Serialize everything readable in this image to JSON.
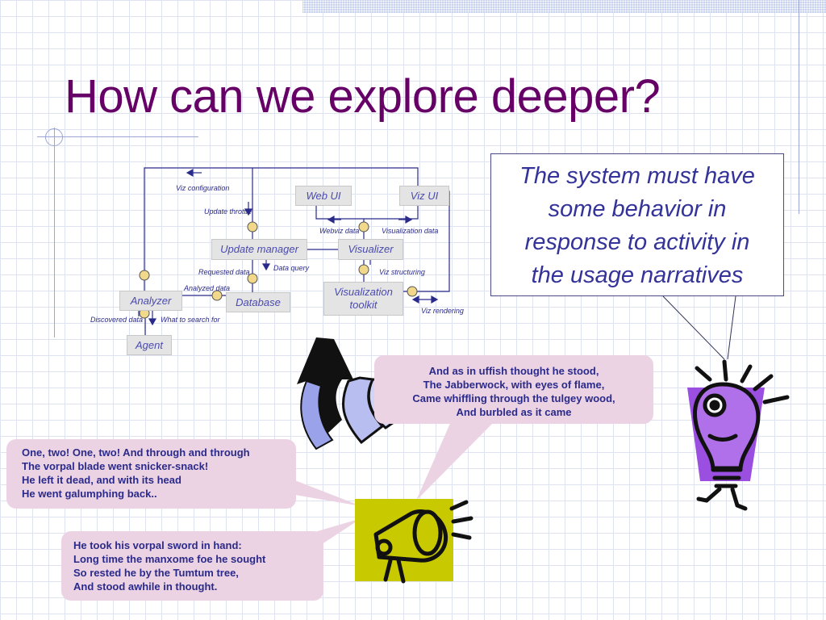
{
  "slide": {
    "title": "How can we explore deeper?"
  },
  "diagram": {
    "nodes": {
      "web_ui": "Web UI",
      "viz_ui": "Viz UI",
      "update_manager": "Update manager",
      "visualizer": "Visualizer",
      "visualization_toolkit_line1": "Visualization",
      "visualization_toolkit_line2": "toolkit",
      "analyzer": "Analyzer",
      "database": "Database",
      "agent": "Agent"
    },
    "flows": {
      "viz_configuration": "Viz configuration",
      "update_throttle": "Update throttle",
      "webviz_data": "Webviz data",
      "visualization_data": "Visualization data",
      "requested_data": "Requested data",
      "data_query": "Data query",
      "viz_structuring": "Viz structuring",
      "analyzed_data": "Analyzed data",
      "viz_rendering": "Viz rendering",
      "discovered_data": "Discovered data",
      "what_to_search_for": "What to search for"
    }
  },
  "callout": {
    "lines": [
      "The system must have",
      "some behavior in",
      "response to activity in",
      "the usage narratives"
    ]
  },
  "bubbles": {
    "top": [
      "And as in uffish thought he stood,",
      "The Jabberwock, with eyes of flame,",
      "Came whiffling through the tulgey wood,",
      "And burbled as it came"
    ],
    "left": [
      "One, two! One, two! And through and through",
      "The vorpal blade went snicker-snack!",
      "He left it dead, and with its head",
      "He went galumphing back.."
    ],
    "bottom": [
      "He took his vorpal sword in hand:",
      "Long time the manxome foe he sought",
      "So rested he by the Tumtum tree,",
      "And stood awhile in thought."
    ]
  },
  "icons": {
    "arrow": "swoosh-arrow-icon",
    "megaphone": "megaphone-icon",
    "lightbulb": "lightbulb-character-icon"
  },
  "colors": {
    "title": "#660066",
    "callout_text": "#333399",
    "bubble_fill": "#ecd3e4",
    "megaphone_box": "#c9c900",
    "bulb_body": "#a660e0",
    "bulb_bg": "#9a4fe0"
  }
}
